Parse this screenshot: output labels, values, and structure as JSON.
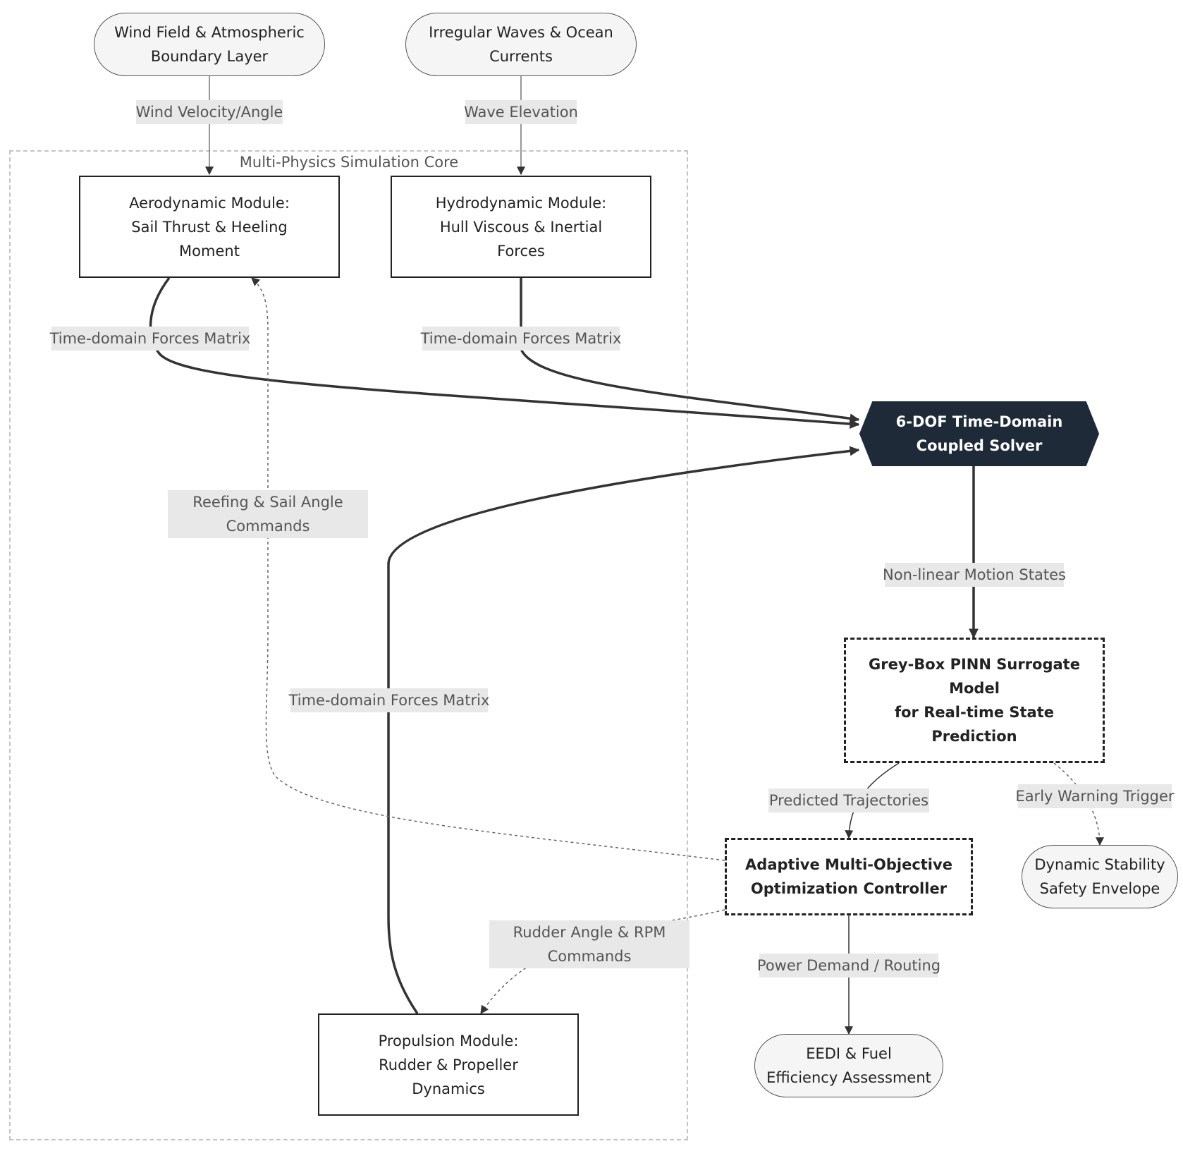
{
  "group": {
    "title": "Multi-Physics Simulation Core"
  },
  "nodes": {
    "wind_field": {
      "lines": [
        "Wind Field & Atmospheric",
        "Boundary Layer"
      ]
    },
    "waves": {
      "lines": [
        "Irregular Waves & Ocean",
        "Currents"
      ]
    },
    "aero": {
      "lines": [
        "Aerodynamic Module:",
        "Sail Thrust & Heeling",
        "Moment"
      ]
    },
    "hydro": {
      "lines": [
        "Hydrodynamic Module:",
        "Hull Viscous & Inertial",
        "Forces"
      ]
    },
    "solver": {
      "lines": [
        "6-DOF Time-Domain",
        "Coupled Solver"
      ]
    },
    "pinn": {
      "lines": [
        "Grey-Box PINN Surrogate",
        "Model",
        "for Real-time State",
        "Prediction"
      ]
    },
    "controller": {
      "lines": [
        "Adaptive Multi-Objective",
        "Optimization Controller"
      ]
    },
    "stability": {
      "lines": [
        "Dynamic Stability",
        "Safety Envelope"
      ]
    },
    "propulsion": {
      "lines": [
        "Propulsion Module:",
        "Rudder & Propeller",
        "Dynamics"
      ]
    },
    "eedi": {
      "lines": [
        "EEDI & Fuel",
        "Efficiency Assessment"
      ]
    }
  },
  "edge_labels": {
    "wind_velocity": {
      "lines": [
        "Wind Velocity/Angle"
      ]
    },
    "wave_elevation": {
      "lines": [
        "Wave Elevation"
      ]
    },
    "aero_forces": {
      "lines": [
        "Time-domain Forces Matrix"
      ]
    },
    "hydro_forces": {
      "lines": [
        "Time-domain Forces Matrix"
      ]
    },
    "propulsion_forces": {
      "lines": [
        "Time-domain Forces Matrix"
      ]
    },
    "reefing": {
      "lines": [
        "Reefing & Sail Angle",
        "Commands"
      ]
    },
    "motion_states": {
      "lines": [
        "Non-linear Motion States"
      ]
    },
    "trajectories": {
      "lines": [
        "Predicted Trajectories"
      ]
    },
    "early_warning": {
      "lines": [
        "Early Warning Trigger"
      ]
    },
    "rudder_rpm": {
      "lines": [
        "Rudder Angle & RPM",
        "Commands"
      ]
    },
    "power_demand": {
      "lines": [
        "Power Demand / Routing"
      ]
    }
  },
  "colors": {
    "solver_fill": "#1f2a38",
    "stroke": "#333333",
    "label_bg": "#e8e8e8",
    "pill_bg": "#f5f5f5",
    "group_border": "#c4c4c4"
  }
}
